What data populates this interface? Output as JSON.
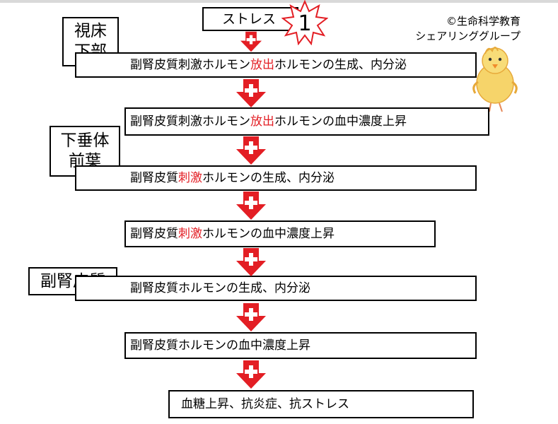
{
  "stress_box": {
    "text": "ストレス",
    "number": "1"
  },
  "credit": {
    "line1": "©生命科学教育",
    "line2": "シェアリンググループ"
  },
  "labels": {
    "hypothalamus_l1": "視床",
    "hypothalamus_l2": "下部",
    "pituitary_l1": "下垂体",
    "pituitary_l2": "前葉",
    "adrenal": "副腎皮質"
  },
  "steps": [
    {
      "pre": "副腎皮質刺激ホルモン",
      "hl": "放出",
      "post": "ホルモンの生成、内分泌"
    },
    {
      "pre": "副腎皮質刺激ホルモン",
      "hl": "放出",
      "post": "ホルモンの血中濃度上昇"
    },
    {
      "pre": "副腎皮質",
      "hl": "刺激",
      "post": "ホルモンの生成、内分泌"
    },
    {
      "pre": "副腎皮質",
      "hl": "刺激",
      "post": "ホルモンの血中濃度上昇"
    },
    {
      "pre": "副腎皮質ホルモンの生成、内分泌",
      "hl": "",
      "post": ""
    },
    {
      "pre": "副腎皮質ホルモンの血中濃度上昇",
      "hl": "",
      "post": ""
    },
    {
      "pre": "血糖上昇、抗炎症、抗ストレス",
      "hl": "",
      "post": ""
    }
  ],
  "colors": {
    "arrow": "#e31e24",
    "highlight": "#e31e24",
    "plus": "#ffffff"
  },
  "icons": {
    "arrow": "plus-arrow-icon",
    "burst": "burst-star-icon",
    "mascot": "chick-mascot-icon"
  }
}
